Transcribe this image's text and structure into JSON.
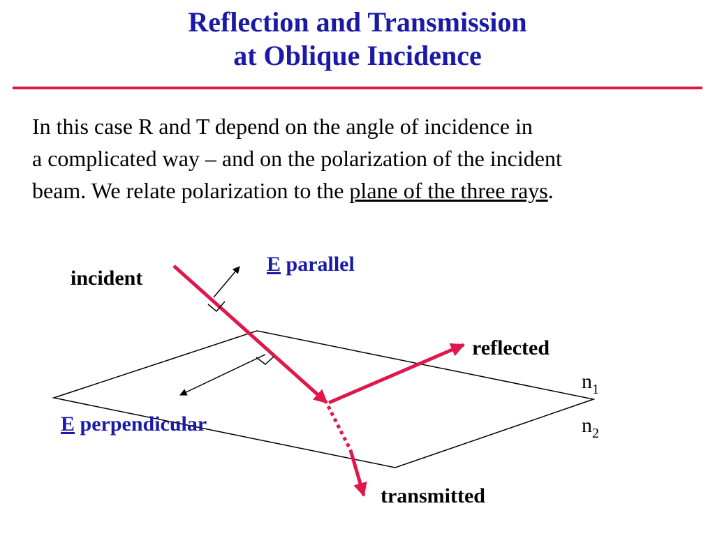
{
  "slide": {
    "title_line1": "Reflection and Transmission",
    "title_line2": "at Oblique Incidence",
    "accent_color": "#e0174a",
    "title_color": "#1a1aa6"
  },
  "body": {
    "line1": "In this case R and T depend on the angle of incidence in",
    "line2": "a complicated way – and on the polarization of the incident",
    "line3_prefix": "beam. We relate polarization to the ",
    "line3_underlined": "plane of the three rays",
    "line3_suffix": "."
  },
  "diagram": {
    "labels": {
      "incident": "incident",
      "reflected": "reflected",
      "transmitted": "transmitted",
      "e_symbol": "E",
      "parallel": " parallel",
      "perpendicular": " perpendicular",
      "n1_base": "n",
      "n1_sub": "1",
      "n2_base": "n",
      "n2_sub": "2"
    },
    "ray_color": "#e0174a"
  }
}
